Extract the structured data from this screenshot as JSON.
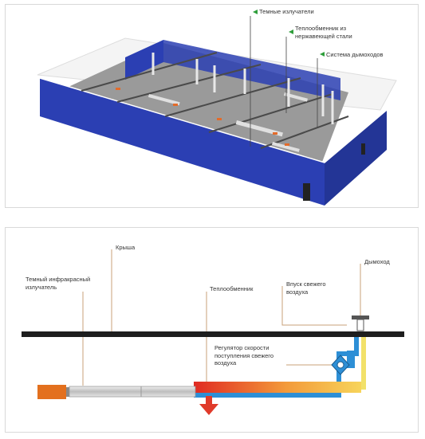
{
  "warehouse": {
    "labels": {
      "dark_heaters": "Темные излучатели",
      "heat_exchanger_steel": "Теплообменник из\nнержавеющей стали",
      "flue_system": "Система дымоходов"
    },
    "colors": {
      "wall": "#2b3fb3",
      "floor": "#9a9a9a",
      "marker": "#2e9e3a",
      "beam": "#4a4a4a"
    }
  },
  "section": {
    "labels": {
      "roof": "Крыша",
      "dark_ir_heater": "Темный инфракрасный\nизлучатель",
      "heat_exchanger": "Теплообменник",
      "chimney": "Дымоход",
      "fresh_air_inlet": "Впуск свежего\nвоздуха",
      "air_speed_regulator": "Регулятор скорости\nпоступления свежего\nвоздуха"
    },
    "colors": {
      "roof": "#1e1e1e",
      "burner": "#e3701e",
      "exhaust_down": "#e03a2a",
      "duct_blue": "#2d8fd6",
      "duct_yellow": "#f2e16a",
      "leader": "#c8a27a"
    }
  }
}
